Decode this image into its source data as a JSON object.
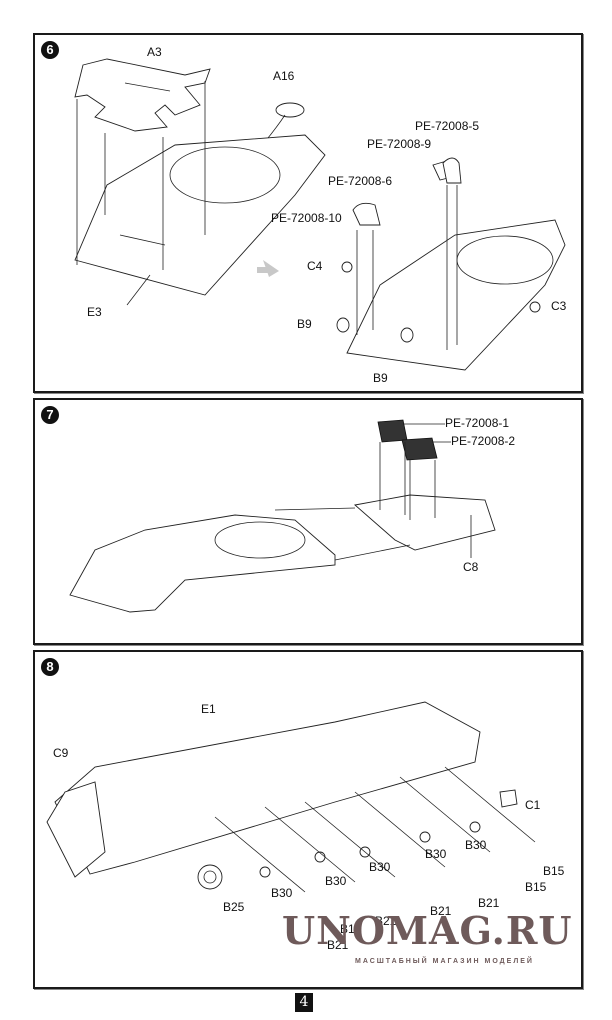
{
  "page": {
    "number": "4"
  },
  "steps": [
    {
      "number": "6",
      "labels": {
        "a3": "A3",
        "a16": "A16",
        "e3": "E3",
        "pe5": "PE-72008-5",
        "pe9": "PE-72008-9",
        "pe6": "PE-72008-6",
        "pe10": "PE-72008-10",
        "c4": "C4",
        "c3": "C3",
        "b9_left": "B9",
        "b9_bottom": "B9"
      }
    },
    {
      "number": "7",
      "labels": {
        "pe1": "PE-72008-1",
        "pe2": "PE-72008-2",
        "c8": "C8"
      }
    },
    {
      "number": "8",
      "labels": {
        "e1": "E1",
        "c9": "C9",
        "c1": "C1",
        "b25": "B25",
        "b30_1": "B30",
        "b30_2": "B30",
        "b30_3": "B30",
        "b30_4": "B30",
        "b30_5": "B30",
        "b21_1": "B21",
        "b21_2": "B21",
        "b21_3": "B21",
        "b21_4": "B21",
        "b15_1": "B15",
        "b15_2": "B15",
        "b15_3": "B15"
      }
    }
  ],
  "watermark": {
    "title": "UNOMAG.RU",
    "subtitle": "МАСШТАБНЫЙ МАГАЗИН МОДЕЛЕЙ"
  },
  "colors": {
    "ink": "#111111",
    "watermark": "#6e5a5a",
    "arrow": "#c8c8c8"
  }
}
